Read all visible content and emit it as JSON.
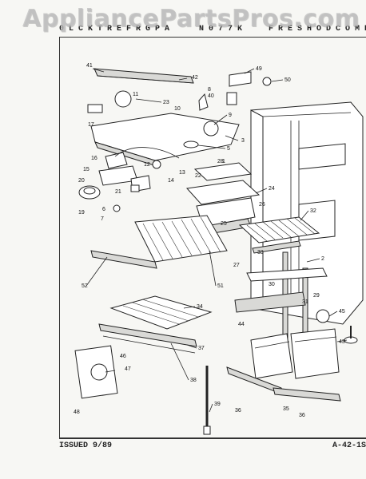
{
  "watermark": "AppliancePartsPros.com",
  "header": {
    "left": "0 L C K T R E F R G P A",
    "middle": "N 0 7 7 K",
    "right": "F R E S H  O D  C O M P A R T M E N"
  },
  "footer": {
    "issued": "ISSUED 9/89",
    "code": "A-42-1S"
  },
  "callouts": [
    "41",
    "42",
    "49",
    "50",
    "8",
    "40",
    "11",
    "23",
    "10",
    "17",
    "9",
    "3",
    "5",
    "1",
    "16",
    "12",
    "13",
    "15",
    "22",
    "14",
    "20",
    "21",
    "28",
    "24",
    "19",
    "6",
    "7",
    "26",
    "32",
    "25",
    "2",
    "27",
    "33",
    "52",
    "51",
    "30",
    "29",
    "31",
    "45",
    "44",
    "34",
    "43",
    "37",
    "38",
    "48",
    "46",
    "47",
    "39",
    "36",
    "35",
    "36"
  ]
}
